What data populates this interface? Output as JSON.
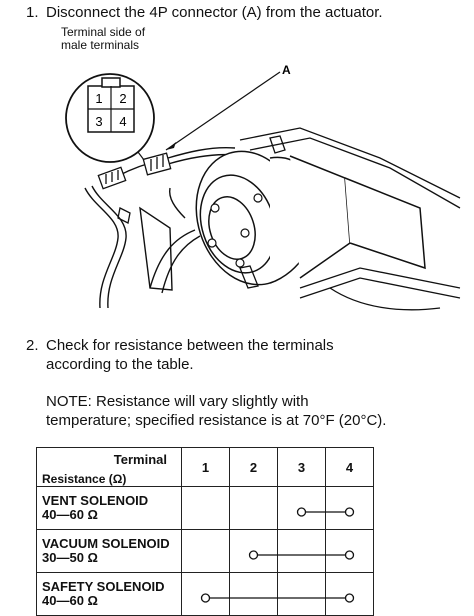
{
  "step1": {
    "number": "1.",
    "text": "Disconnect the 4P connector (A) from the actuator."
  },
  "caption": {
    "line1": "Terminal side of",
    "line2": "male terminals"
  },
  "connector": {
    "pins": [
      "1",
      "2",
      "3",
      "4"
    ],
    "callout": "A"
  },
  "step2": {
    "number": "2.",
    "line1": "Check for resistance between the terminals",
    "line2": "according to the table."
  },
  "note": {
    "line1": "NOTE: Resistance will vary slightly with",
    "line2": "temperature; specified resistance is at 70°F (20°C)."
  },
  "table": {
    "header_terminal": "Terminal",
    "header_resistance": "Resistance (Ω)",
    "columns": [
      "1",
      "2",
      "3",
      "4"
    ],
    "rows": [
      {
        "name": "VENT SOLENOID",
        "value": "40—60 Ω",
        "from": 3,
        "to": 4
      },
      {
        "name": "VACUUM SOLENOID",
        "value": "30—50 Ω",
        "from": 2,
        "to": 4
      },
      {
        "name": "SAFETY SOLENOID",
        "value": "40—60 Ω",
        "from": 1,
        "to": 4
      }
    ]
  }
}
